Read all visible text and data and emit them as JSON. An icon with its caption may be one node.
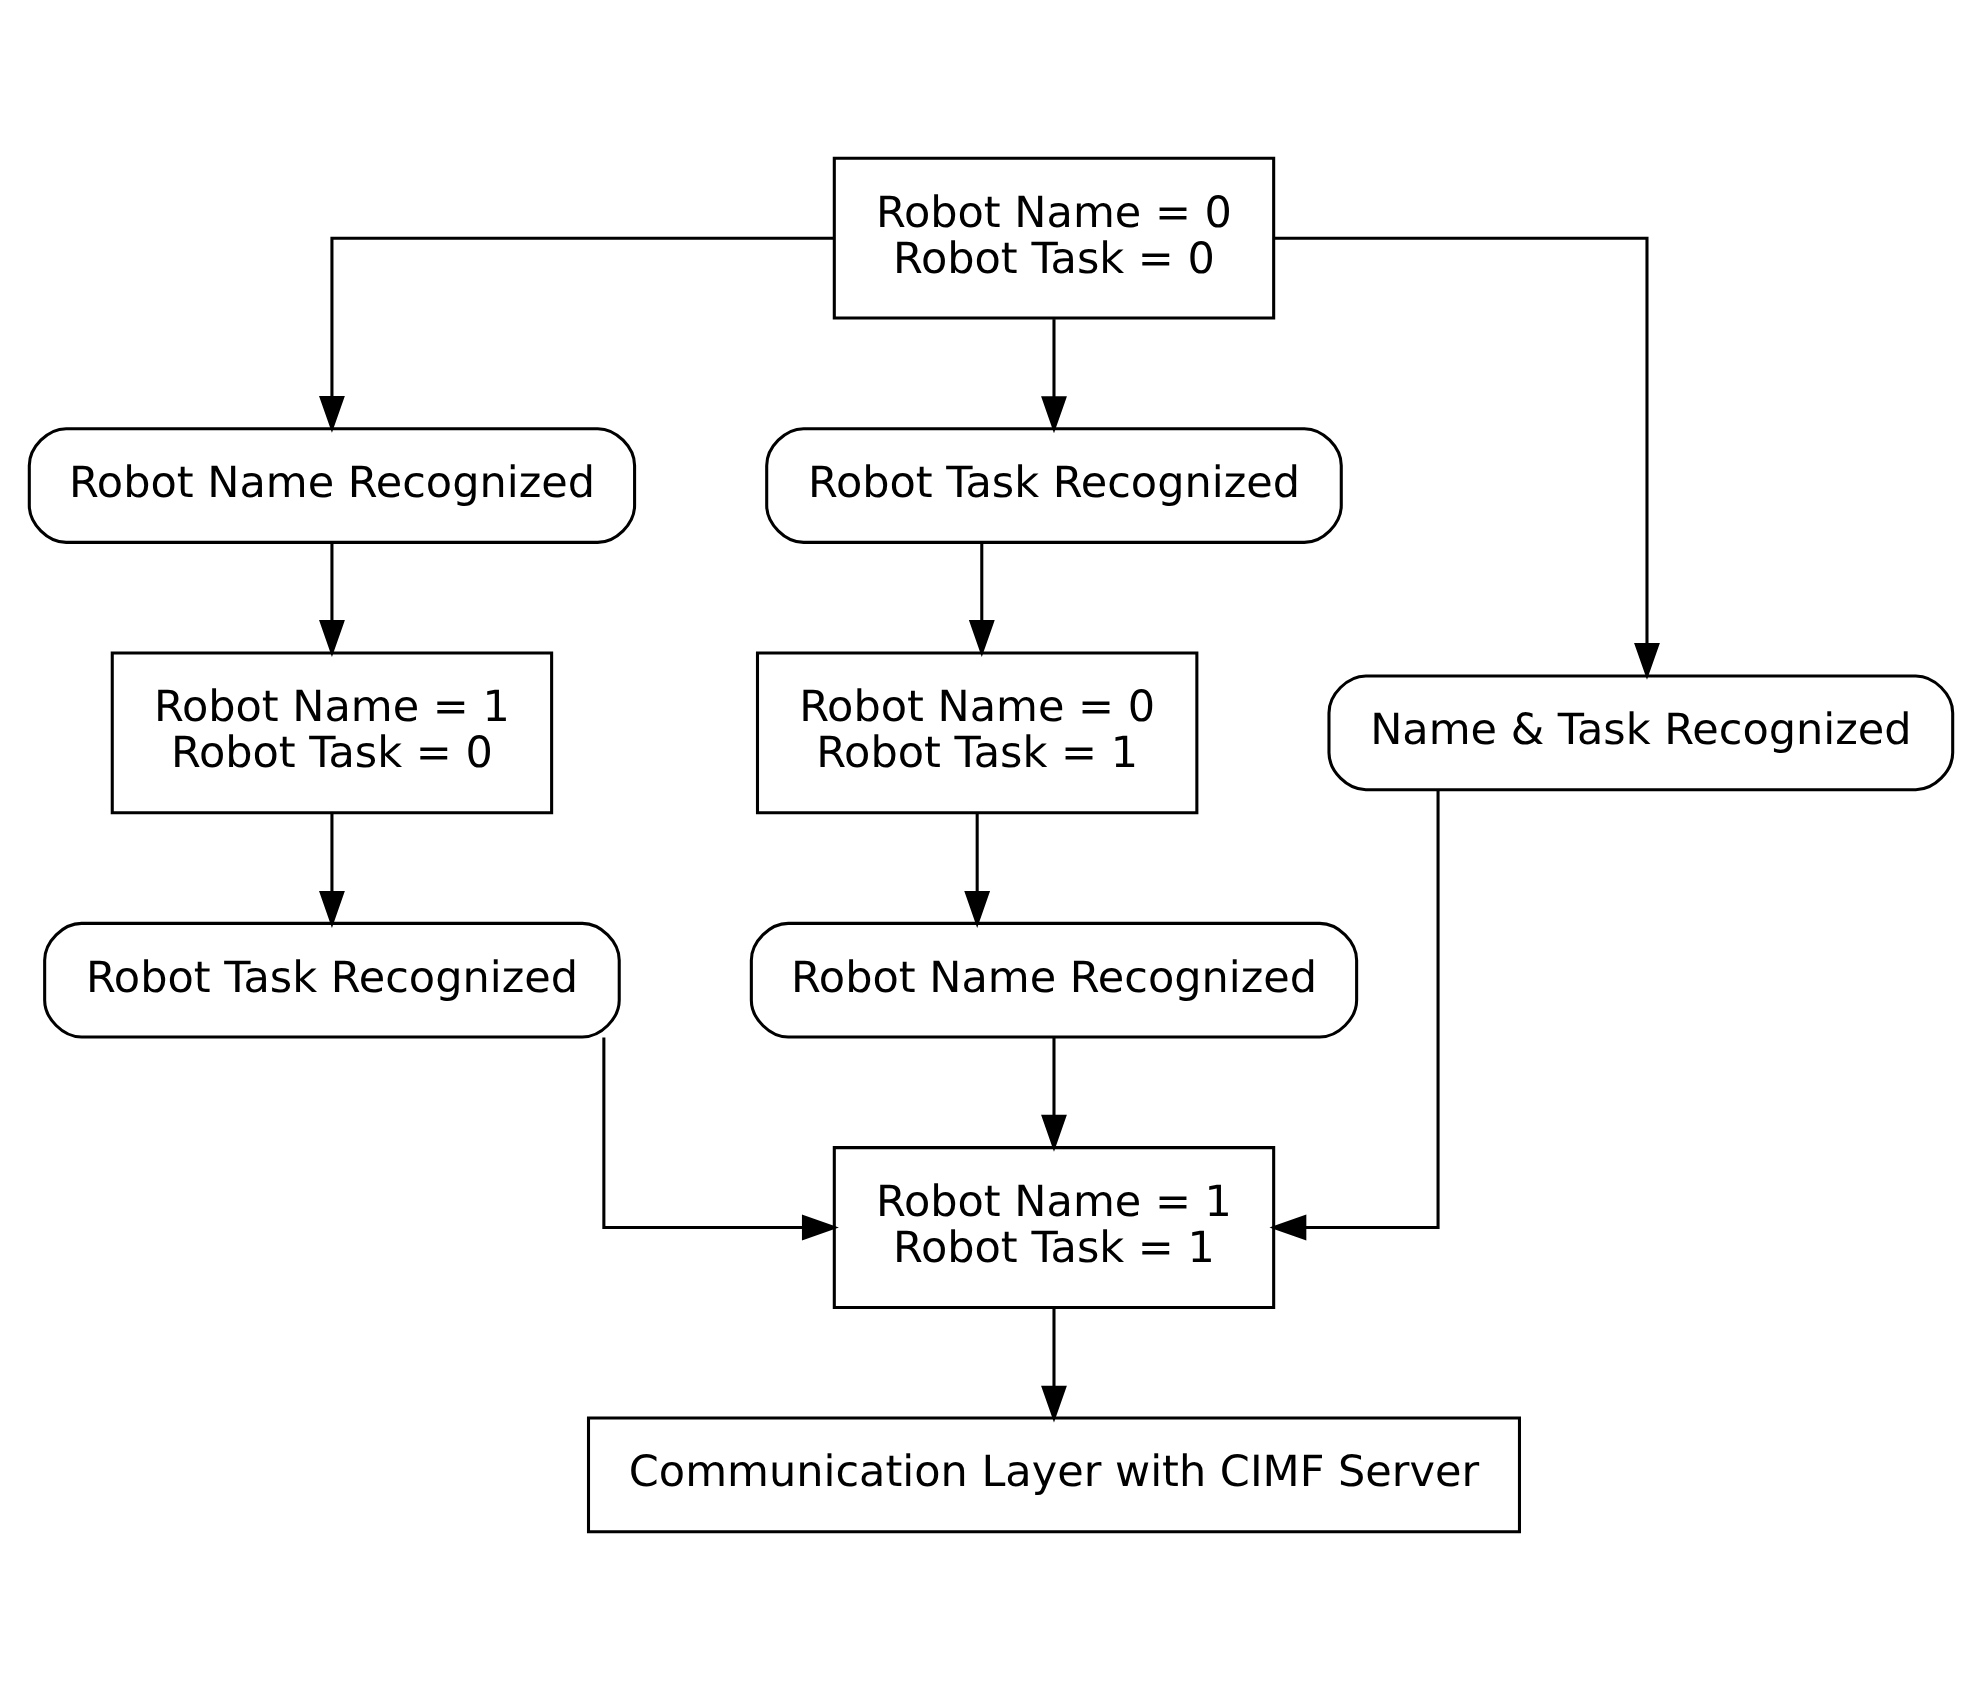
{
  "diagram": {
    "nodes": [
      {
        "text": [
          "Robot Name = 0",
          "Robot Task = 0"
        ]
      },
      {
        "text": [
          "Robot Name Recognized"
        ]
      },
      {
        "text": [
          "Robot Task Recognized"
        ]
      },
      {
        "text": [
          "Robot Name = 1",
          "Robot Task = 0"
        ]
      },
      {
        "text": [
          "Name & Task Recognized"
        ]
      },
      {
        "text": [
          "Robot Name = 0",
          "Robot Task = 1"
        ]
      },
      {
        "text": [
          "Robot Task Recognized"
        ]
      },
      {
        "text": [
          "Robot Name Recognized"
        ]
      },
      {
        "text": [
          "Robot Name = 1",
          "Robot Task = 1"
        ]
      },
      {
        "text": [
          "Communication Layer with CIMF Server"
        ]
      }
    ],
    "edges": [
      {
        "from": 0,
        "to": 1,
        "arrow": "to"
      },
      {
        "from": 0,
        "to": 2,
        "arrow": "to"
      },
      {
        "from": 0,
        "to": 4,
        "arrow": "to"
      },
      {
        "from": 1,
        "to": 3,
        "arrow": "to"
      },
      {
        "from": 2,
        "to": 5,
        "arrow": "to"
      },
      {
        "from": 3,
        "to": 6,
        "arrow": "to"
      },
      {
        "from": 5,
        "to": 7,
        "arrow": "to"
      },
      {
        "from": 4,
        "to": 8,
        "arrow": "to"
      },
      {
        "from": 6,
        "to": 8,
        "arrow": "to"
      },
      {
        "from": 7,
        "to": 8,
        "arrow": "to"
      },
      {
        "from": 8,
        "to": 9,
        "arrow": "to"
      }
    ]
  }
}
